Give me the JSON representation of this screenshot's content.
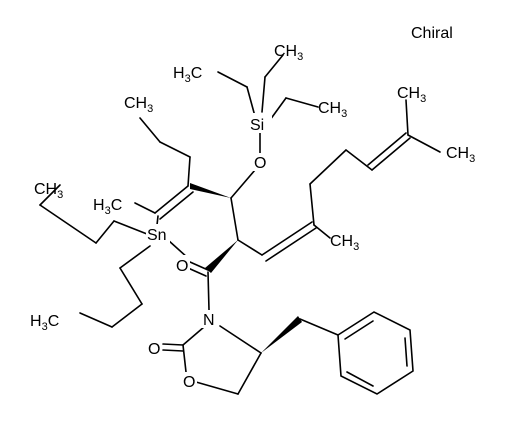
{
  "stereo_note": "Chiral",
  "atoms": {
    "sn": "Sn",
    "si": "Si",
    "o_silyl": "O",
    "n": "N",
    "o_carbonyl_acyl": "O",
    "o_carbonyl_ring": "O",
    "o_ring": "O"
  },
  "groups": {
    "methyl_si_top": [
      "H",
      "3",
      "C"
    ],
    "methyl_si_right": [
      "CH",
      "3"
    ],
    "methyl_top_right": [
      "CH",
      "3"
    ],
    "methyl_far_right": [
      "CH",
      "3"
    ],
    "methyl_allyl": [
      "CH",
      "3"
    ],
    "methyl_vinyl": [
      "H",
      "3",
      "C"
    ],
    "propyl_end": [
      "CH",
      "3"
    ],
    "butyl_1_end": [
      "CH",
      "3"
    ],
    "butyl_3_end": [
      "H",
      "3",
      "C"
    ]
  }
}
